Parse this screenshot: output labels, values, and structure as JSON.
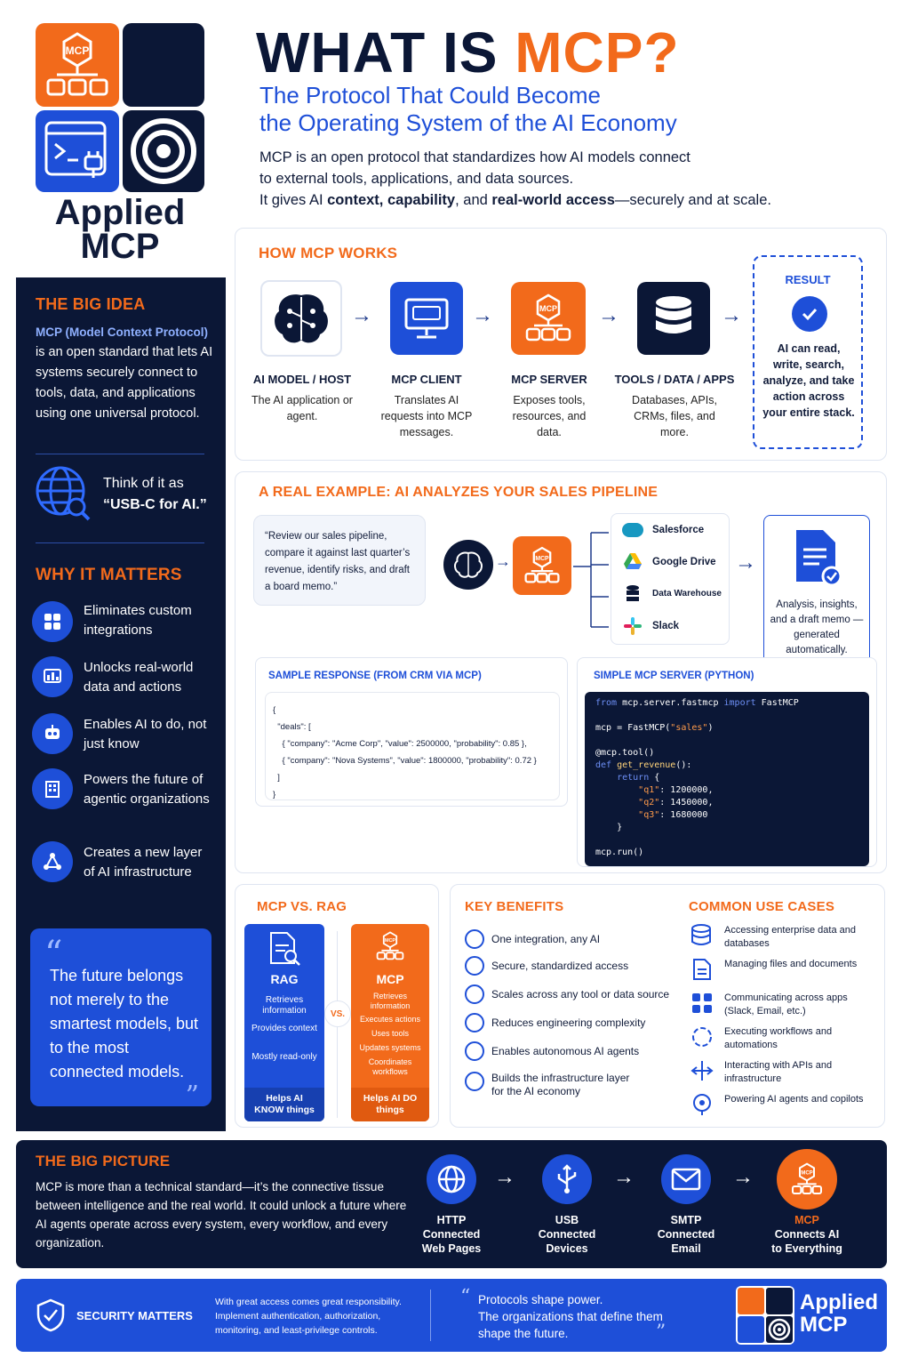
{
  "brand": {
    "name_line1": "Applied",
    "name_line2": "MCP",
    "tile_label": "MCP"
  },
  "header": {
    "title_a": "WHAT IS ",
    "title_b": "MCP?",
    "subtitle_1": "The Protocol That Could Become",
    "subtitle_2": "the Operating System of the AI Economy",
    "intro_1": "MCP is an open protocol that standardizes how AI models connect",
    "intro_2": "to external tools, applications, and data sources.",
    "intro_3a": "It gives AI ",
    "intro_3b": "context, capability",
    "intro_3c": ", and ",
    "intro_3d": "real-world access",
    "intro_3e": "—securely and at scale."
  },
  "sidebar": {
    "big_idea_title": "THE BIG IDEA",
    "big_idea_lead": "MCP (Model Context Protocol)",
    "big_idea_text": "is an open standard that lets AI systems securely connect to tools, data, and applications using one universal protocol.",
    "think_1": "Think of it as",
    "think_2": "“USB-C for AI.”",
    "why_title": "WHY IT MATTERS",
    "why_items": [
      {
        "icon": "puzzle-icon",
        "text": "Eliminates custom integrations"
      },
      {
        "icon": "data-icon",
        "text": "Unlocks real-world data and actions"
      },
      {
        "icon": "robot-icon",
        "text": "Enables AI to do, not just know"
      },
      {
        "icon": "building-icon",
        "text": "Powers the future of agentic organizations"
      },
      {
        "icon": "network-icon",
        "text": "Creates a new layer of AI infrastructure"
      }
    ],
    "quote": "The future belongs not merely to the smartest models, but to the most connected models."
  },
  "how": {
    "title": "HOW MCP WORKS",
    "steps": [
      {
        "label": "AI MODEL / HOST",
        "desc": "The AI application or agent.",
        "icon": "brain-icon"
      },
      {
        "label": "MCP CLIENT",
        "desc": "Translates AI requests into MCP messages.",
        "icon": "monitor-icon"
      },
      {
        "label": "MCP SERVER",
        "desc": "Exposes tools, resources, and data.",
        "icon": "mcp-server-icon"
      },
      {
        "label": "TOOLS / DATA / APPS",
        "desc": "Databases, APIs, CRMs, files, and more.",
        "icon": "database-icon"
      }
    ],
    "result_title": "RESULT",
    "result_text": "AI can read, write, search, analyze, and take action across your entire stack."
  },
  "example": {
    "title": "A REAL EXAMPLE: AI ANALYZES YOUR SALES PIPELINE",
    "prompt": "“Review our sales pipeline, compare it against last quarter’s revenue, identify risks, and draft a board memo.”",
    "sources": [
      "Salesforce",
      "Google Drive",
      "Data Warehouse",
      "Slack"
    ],
    "output": "Analysis, insights, and a draft memo —generated automatically.",
    "sample_title": "SAMPLE RESPONSE (FROM CRM VIA MCP)",
    "sample_lines": [
      "{",
      "  \"deals\": [",
      "    { \"company\": \"Acme Corp\", \"value\": 2500000, \"probability\": 0.85 },",
      "    { \"company\": \"Nova Systems\", \"value\": 1800000, \"probability\": 0.72 }",
      "  ]",
      "}"
    ],
    "code_title": "SIMPLE MCP SERVER (PYTHON)"
  },
  "vs": {
    "title": "MCP VS. RAG",
    "rag_title": "RAG",
    "rag_items": [
      "Retrieves information",
      "Provides context",
      "Mostly read-only"
    ],
    "rag_foot": "Helps AI KNOW things",
    "vs_label": "VS.",
    "mcp_title": "MCP",
    "mcp_items": [
      "Retrieves information",
      "Executes actions",
      "Uses tools",
      "Updates systems",
      "Coordinates workflows"
    ],
    "mcp_foot": "Helps AI DO things"
  },
  "benefits": {
    "title": "KEY BENEFITS",
    "items": [
      "One integration, any AI",
      "Secure, standardized access",
      "Scales across any tool or data source",
      "Reduces engineering complexity",
      "Enables autonomous AI agents",
      "Builds the infrastructure layer for the AI economy"
    ]
  },
  "usecases": {
    "title": "COMMON USE CASES",
    "items": [
      "Accessing enterprise data and databases",
      "Managing files and documents",
      "Communicating across apps (Slack, Email, etc.)",
      "Executing workflows and automations",
      "Interacting with APIs and infrastructure",
      "Powering AI agents and copilots"
    ]
  },
  "picture": {
    "title": "THE BIG PICTURE",
    "text": "MCP is more than a technical standard—it’s the connective tissue between intelligence and the real world. It could unlock a future where AI agents operate across every system, every workflow, and every organization.",
    "items": [
      {
        "line1": "HTTP",
        "line2": "Connected",
        "line3": "Web Pages"
      },
      {
        "line1": "USB",
        "line2": "Connected",
        "line3": "Devices"
      },
      {
        "line1": "SMTP",
        "line2": "Connected",
        "line3": "Email"
      },
      {
        "line1": "MCP",
        "line2": "Connects AI",
        "line3": "to Everything"
      }
    ]
  },
  "footer": {
    "security_title": "SECURITY MATTERS",
    "security_text": "With great access comes great responsibility. Implement authentication, authorization, monitoring, and least-privilege controls.",
    "quote_1": "Protocols shape power.",
    "quote_2": "The organizations that define them",
    "quote_3": "shape the future."
  },
  "colors": {
    "navy": "#0b1736",
    "orange": "#f26a1b",
    "blue": "#1e4fd8"
  }
}
